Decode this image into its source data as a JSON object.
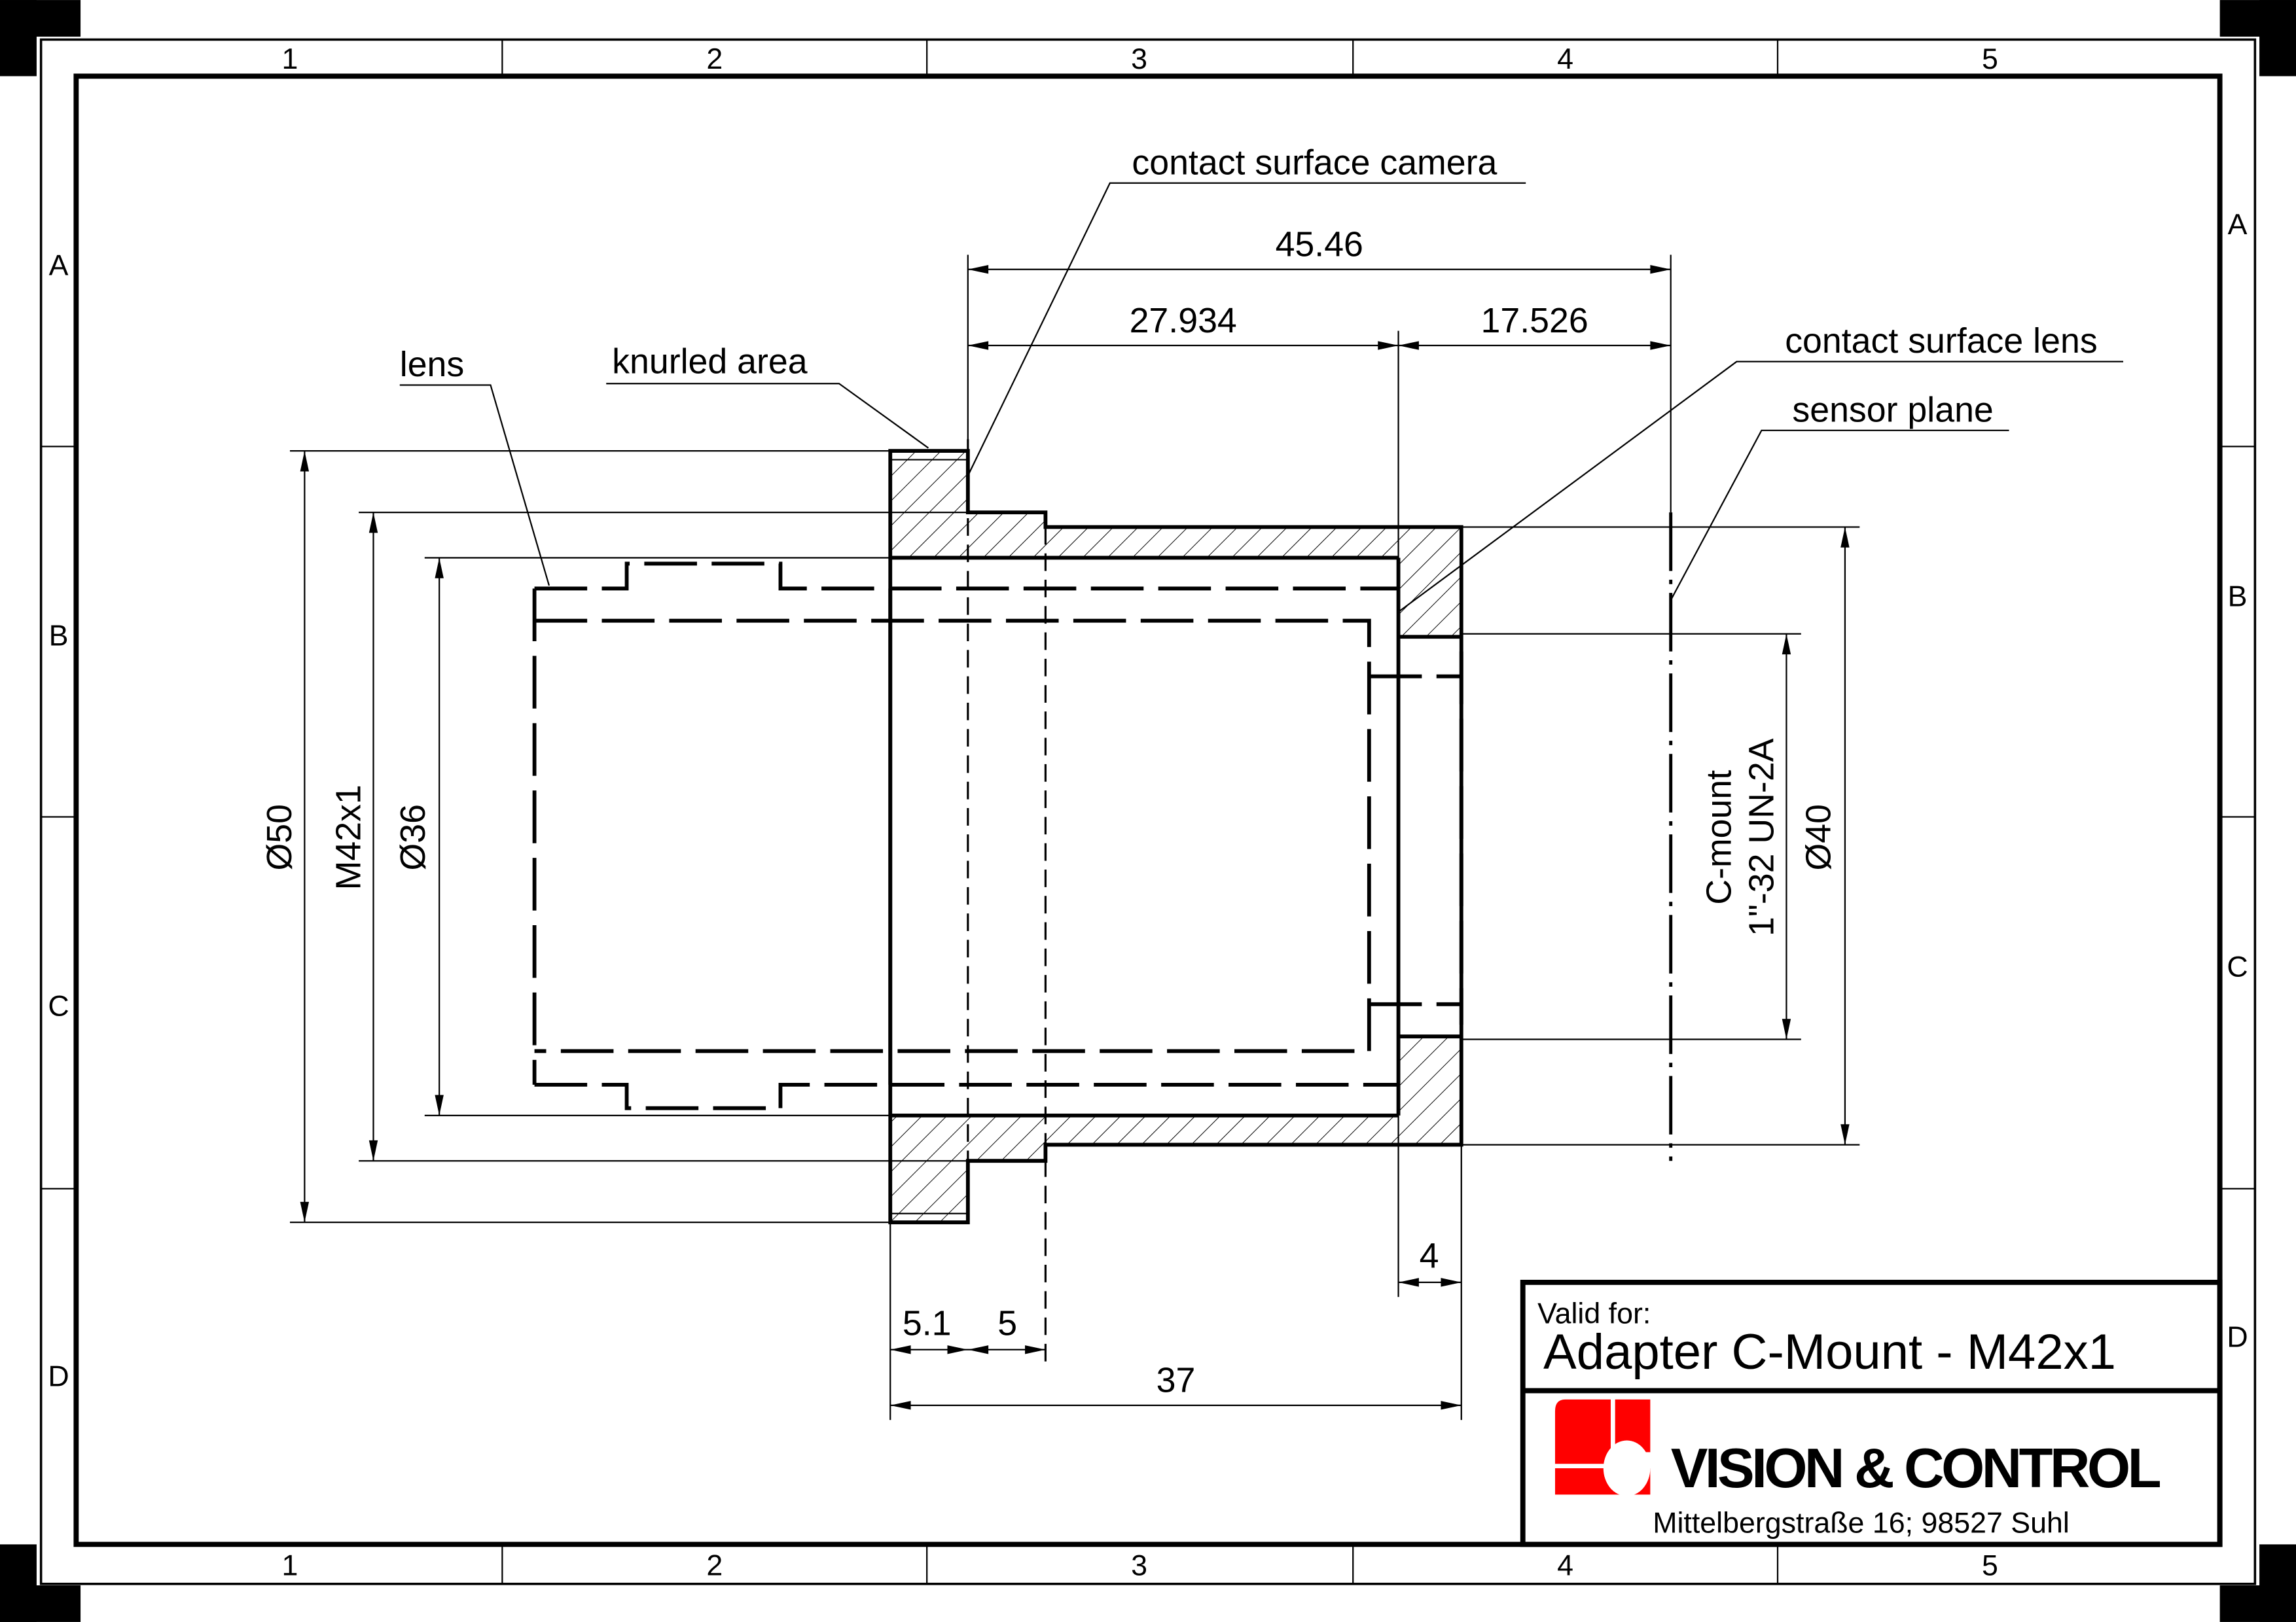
{
  "sheet": {
    "columns": [
      "1",
      "2",
      "3",
      "4",
      "5"
    ],
    "rows": [
      "A",
      "B",
      "C",
      "D"
    ]
  },
  "annotations": {
    "contact_surface_camera": "contact surface camera",
    "contact_surface_lens": "contact surface lens",
    "sensor_plane": "sensor plane",
    "lens": "lens",
    "knurled_area": "knurled area"
  },
  "dimensions": {
    "overall_length": "45.46",
    "flange_to_lens": "27.934",
    "flange_focal": "17.526",
    "dia_50": "Ø50",
    "thread_m42": "M42x1",
    "dia_36": "Ø36",
    "c_mount_line1": "C-mount",
    "c_mount_line2": "1\"-32 UN-2A",
    "dia_40": "Ø40",
    "flange_width": "5.1",
    "step_width": "5",
    "body_length": "37",
    "lip_width": "4"
  },
  "title_block": {
    "valid_for_label": "Valid for:",
    "title": "Adapter C-Mount - M42x1",
    "company": "VISION & CONTROL",
    "address": "Mittelbergstraße 16; 98527 Suhl",
    "logo_color": "#ff0000"
  }
}
